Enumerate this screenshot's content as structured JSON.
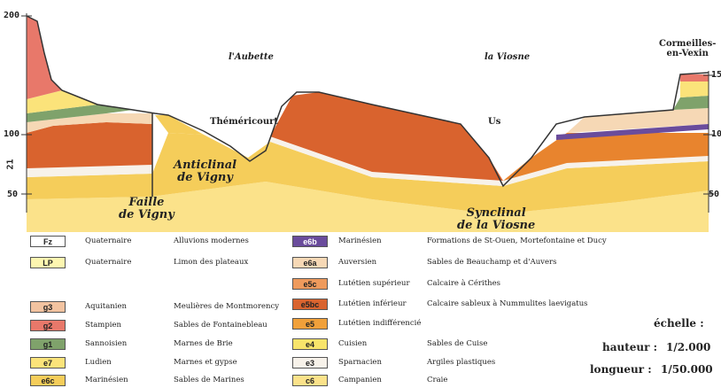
{
  "section": {
    "places": {
      "aubette": "l'Aubette",
      "viosne": "la Viosne",
      "cormeilles": "Cormeilles-\nen-Vexin",
      "themericourt": "Théméricourt",
      "us": "Us"
    },
    "structures": {
      "anticlinal": "Anticlinal\nde Vigny",
      "faille": "Faille\nde Vigny",
      "synclinal": "Synclinal\nde la Viosne"
    },
    "left_axis": [
      "200",
      "100",
      "50"
    ],
    "right_axis": [
      "15",
      "10",
      "50"
    ],
    "side_mark": "21"
  },
  "legend": {
    "rows": [
      {
        "code": "Fz",
        "stage": "Quaternaire",
        "desc": "Alluvions modernes",
        "color": "#ffffff"
      },
      {
        "code": "LP",
        "stage": "Quaternaire",
        "desc": "Limon des plateaux",
        "color": "#fdf6b0"
      },
      {
        "code": "g3",
        "stage": "Aquitanien",
        "desc": "Meulières de Montmorency",
        "color": "#f2c3a0"
      },
      {
        "code": "g2",
        "stage": "Stampien",
        "desc": "Sables de Fontainebleau",
        "color": "#e8786a"
      },
      {
        "code": "g1",
        "stage": "Sannoisien",
        "desc": "Marnes de Brie",
        "color": "#7fa26b"
      },
      {
        "code": "e7",
        "stage": "Ludien",
        "desc": "Marnes et gypse",
        "color": "#fbe37a"
      },
      {
        "code": "e6c",
        "stage": "Marinésien",
        "desc": "Sables de Marines",
        "color": "#f5cd5a"
      },
      {
        "code": "e6b",
        "stage": "Marinésien",
        "desc": "Formations de St-Ouen, Mortefontaine et Ducy",
        "color": "#6a4c9c"
      },
      {
        "code": "e6a",
        "stage": "Auversien",
        "desc": "Sables de Beauchamp et d'Auvers",
        "color": "#f6d8b5"
      },
      {
        "code": "e5c",
        "stage": "Lutétien supérieur",
        "desc": "Calcaire à Cérithes",
        "color": "#ee9a5c"
      },
      {
        "code": "e5bc",
        "stage": "Lutétien inférieur",
        "desc": "Calcaire sableux à Nummulites laevigatus",
        "color": "#d9632e"
      },
      {
        "code": "e5",
        "stage": "Lutétien indifférencié",
        "desc": "",
        "color": "#f0a03a"
      },
      {
        "code": "e4",
        "stage": "Cuisien",
        "desc": "Sables de Cuise",
        "color": "#f8e46a"
      },
      {
        "code": "e3",
        "stage": "Sparnacien",
        "desc": "Argiles plastiques",
        "color": "#f7f2ea"
      },
      {
        "code": "c6",
        "stage": "Campanien",
        "desc": "Craie",
        "color": "#fbe28a"
      }
    ],
    "scale": {
      "title": "échelle :",
      "height_label": "hauteur :",
      "height_value": "1/2.000",
      "length_label": "longueur :",
      "length_value": "1/50.000"
    }
  }
}
